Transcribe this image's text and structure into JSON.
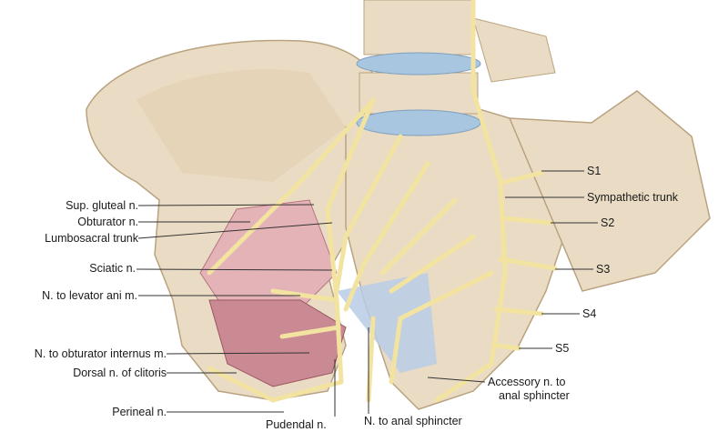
{
  "figure": {
    "labels_left": {
      "sup_gluteal": "Sup. gluteal n.",
      "obturator": "Obturator n.",
      "lumbosacral": "Lumbosacral trunk",
      "sciatic": "Sciatic n.",
      "levator_ani": "N. to levator ani m.",
      "obturator_internus": "N. to obturator internus m.",
      "dorsal_clitoris": "Dorsal n. of clitoris",
      "perineal": "Perineal n."
    },
    "labels_bottom": {
      "pudendal": "Pudendal n.",
      "anal_sphincter": "N. to anal sphincter"
    },
    "labels_right": {
      "s1": "S1",
      "sympathetic": "Sympathetic trunk",
      "s2": "S2",
      "s3": "S3",
      "s4": "S4",
      "s5": "S5",
      "accessory_1": "Accessory n. to",
      "accessory_2": "anal sphincter"
    },
    "colors": {
      "bone": "#eadcc4",
      "muscle": "#c98a93",
      "nerve": "#f3e3a0",
      "disc": "#a9c6e0",
      "ligament": "#b9cde6"
    }
  }
}
